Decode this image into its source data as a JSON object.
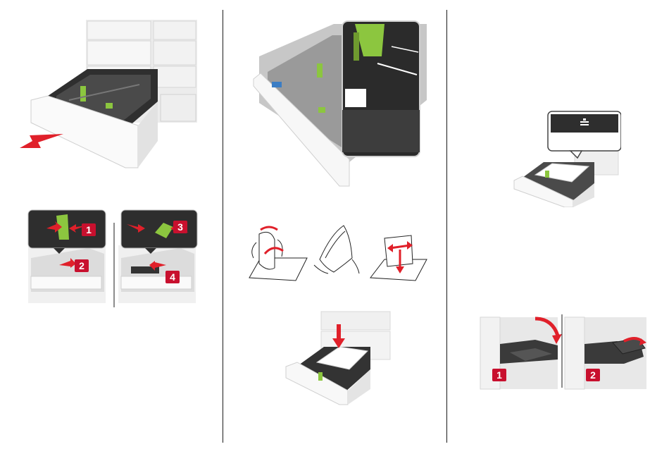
{
  "step_badges": {
    "tray_guides": [
      "1",
      "2",
      "3",
      "4"
    ],
    "mp_feeder": [
      "1",
      "2"
    ]
  },
  "colors": {
    "callout_red": "#c8102e",
    "guide_green": "#8cc63f",
    "arrow_red": "#e0202a",
    "tray_dark": "#3a3a3a",
    "printer_gray": "#e6e6e6"
  }
}
